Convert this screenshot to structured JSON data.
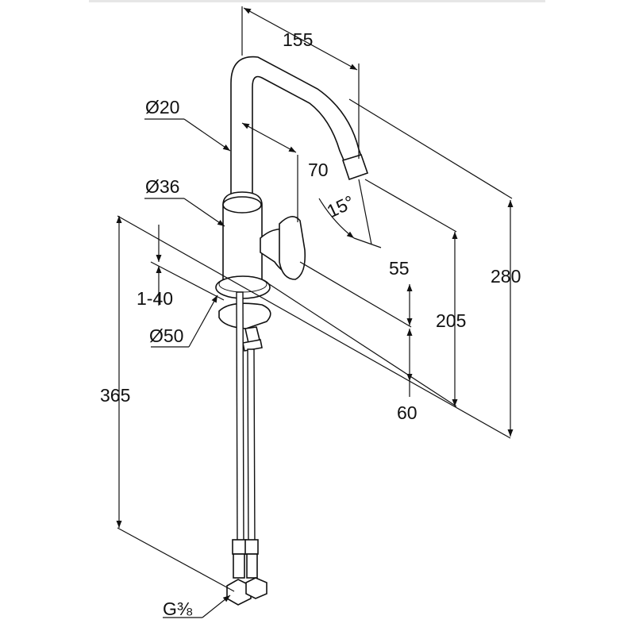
{
  "dimensions": {
    "spout_reach": "155",
    "spout_diameter": "Ø20",
    "spout_offset": "70",
    "spout_angle": "15°",
    "body_diameter": "Ø36",
    "handle_height": "55",
    "height_205": "205",
    "total_height": "280",
    "deck_thickness": "1-40",
    "base_diameter": "Ø50",
    "below_deck": "60",
    "hose_length": "365",
    "connection_thread": "G⅜"
  }
}
